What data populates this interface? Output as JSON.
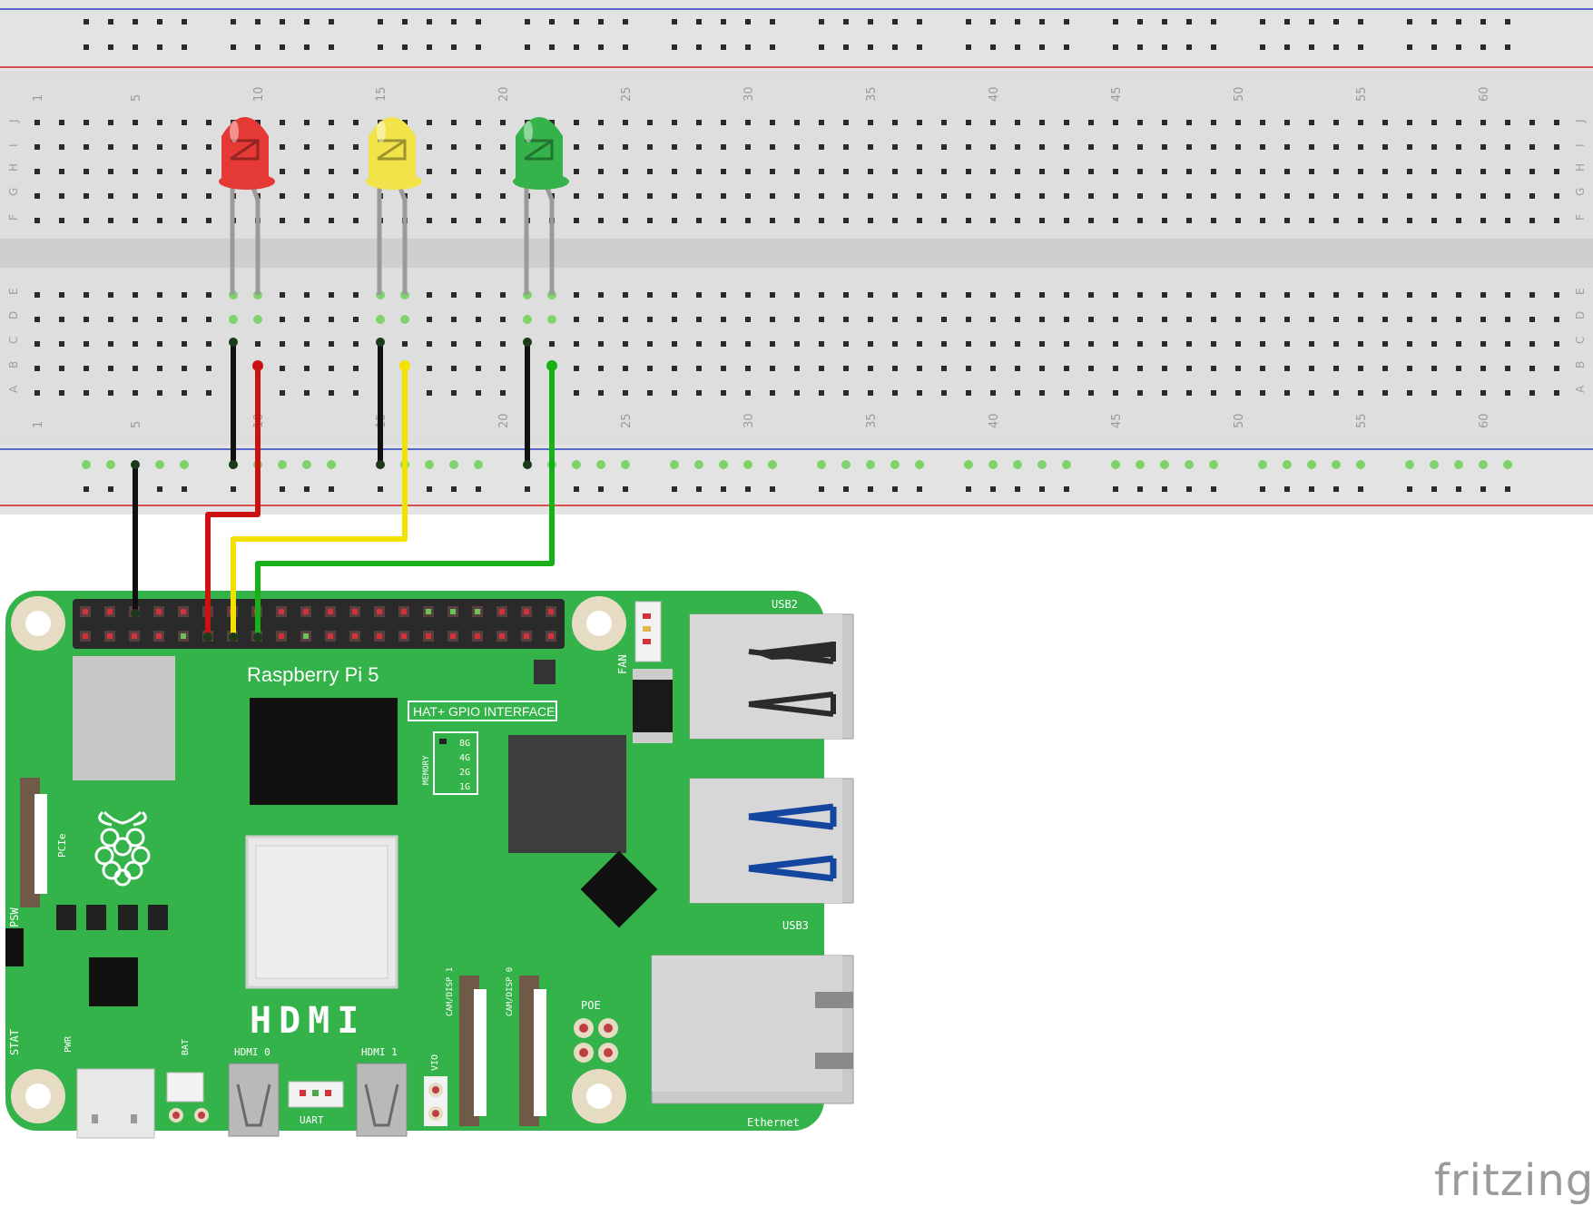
{
  "breadboard": {
    "column_numbers": [
      "1",
      "5",
      "10",
      "15",
      "20",
      "25",
      "30",
      "35",
      "40",
      "45",
      "50",
      "55",
      "60"
    ],
    "top_rows": [
      "J",
      "I",
      "H",
      "G",
      "F"
    ],
    "bottom_rows": [
      "E",
      "D",
      "C",
      "B",
      "A"
    ]
  },
  "leds": [
    {
      "color": "red",
      "hex": "#e53935"
    },
    {
      "color": "yellow",
      "hex": "#f2e34a"
    },
    {
      "color": "green",
      "hex": "#36b24a"
    }
  ],
  "wires": [
    {
      "color": "#111111"
    },
    {
      "color": "#cc1111"
    },
    {
      "color": "#f3e200"
    },
    {
      "color": "#17b017"
    }
  ],
  "board": {
    "title": "Raspberry Pi  5",
    "hat_label": "HAT+ GPIO INTERFACE",
    "memory_label": "MEMORY",
    "memory_options": [
      "8G",
      "4G",
      "2G",
      "1G"
    ],
    "hdmi_logo": "HDMI",
    "labels": {
      "usb2": "USB2",
      "usb3": "USB3",
      "fan": "FAN",
      "pcie": "PCIe",
      "psw": "PSW",
      "stat": "STAT",
      "pwr": "PWR",
      "bat": "BAT",
      "hdmi0": "HDMI 0",
      "hdmi1": "HDMI 1",
      "uart": "UART",
      "vio": "VIO",
      "cam1": "CAM/DISP 1",
      "cam0": "CAM/DISP 0",
      "poe": "POE",
      "ethernet": "Ethernet"
    },
    "color": "#33b34a"
  },
  "brand": "fritzing"
}
